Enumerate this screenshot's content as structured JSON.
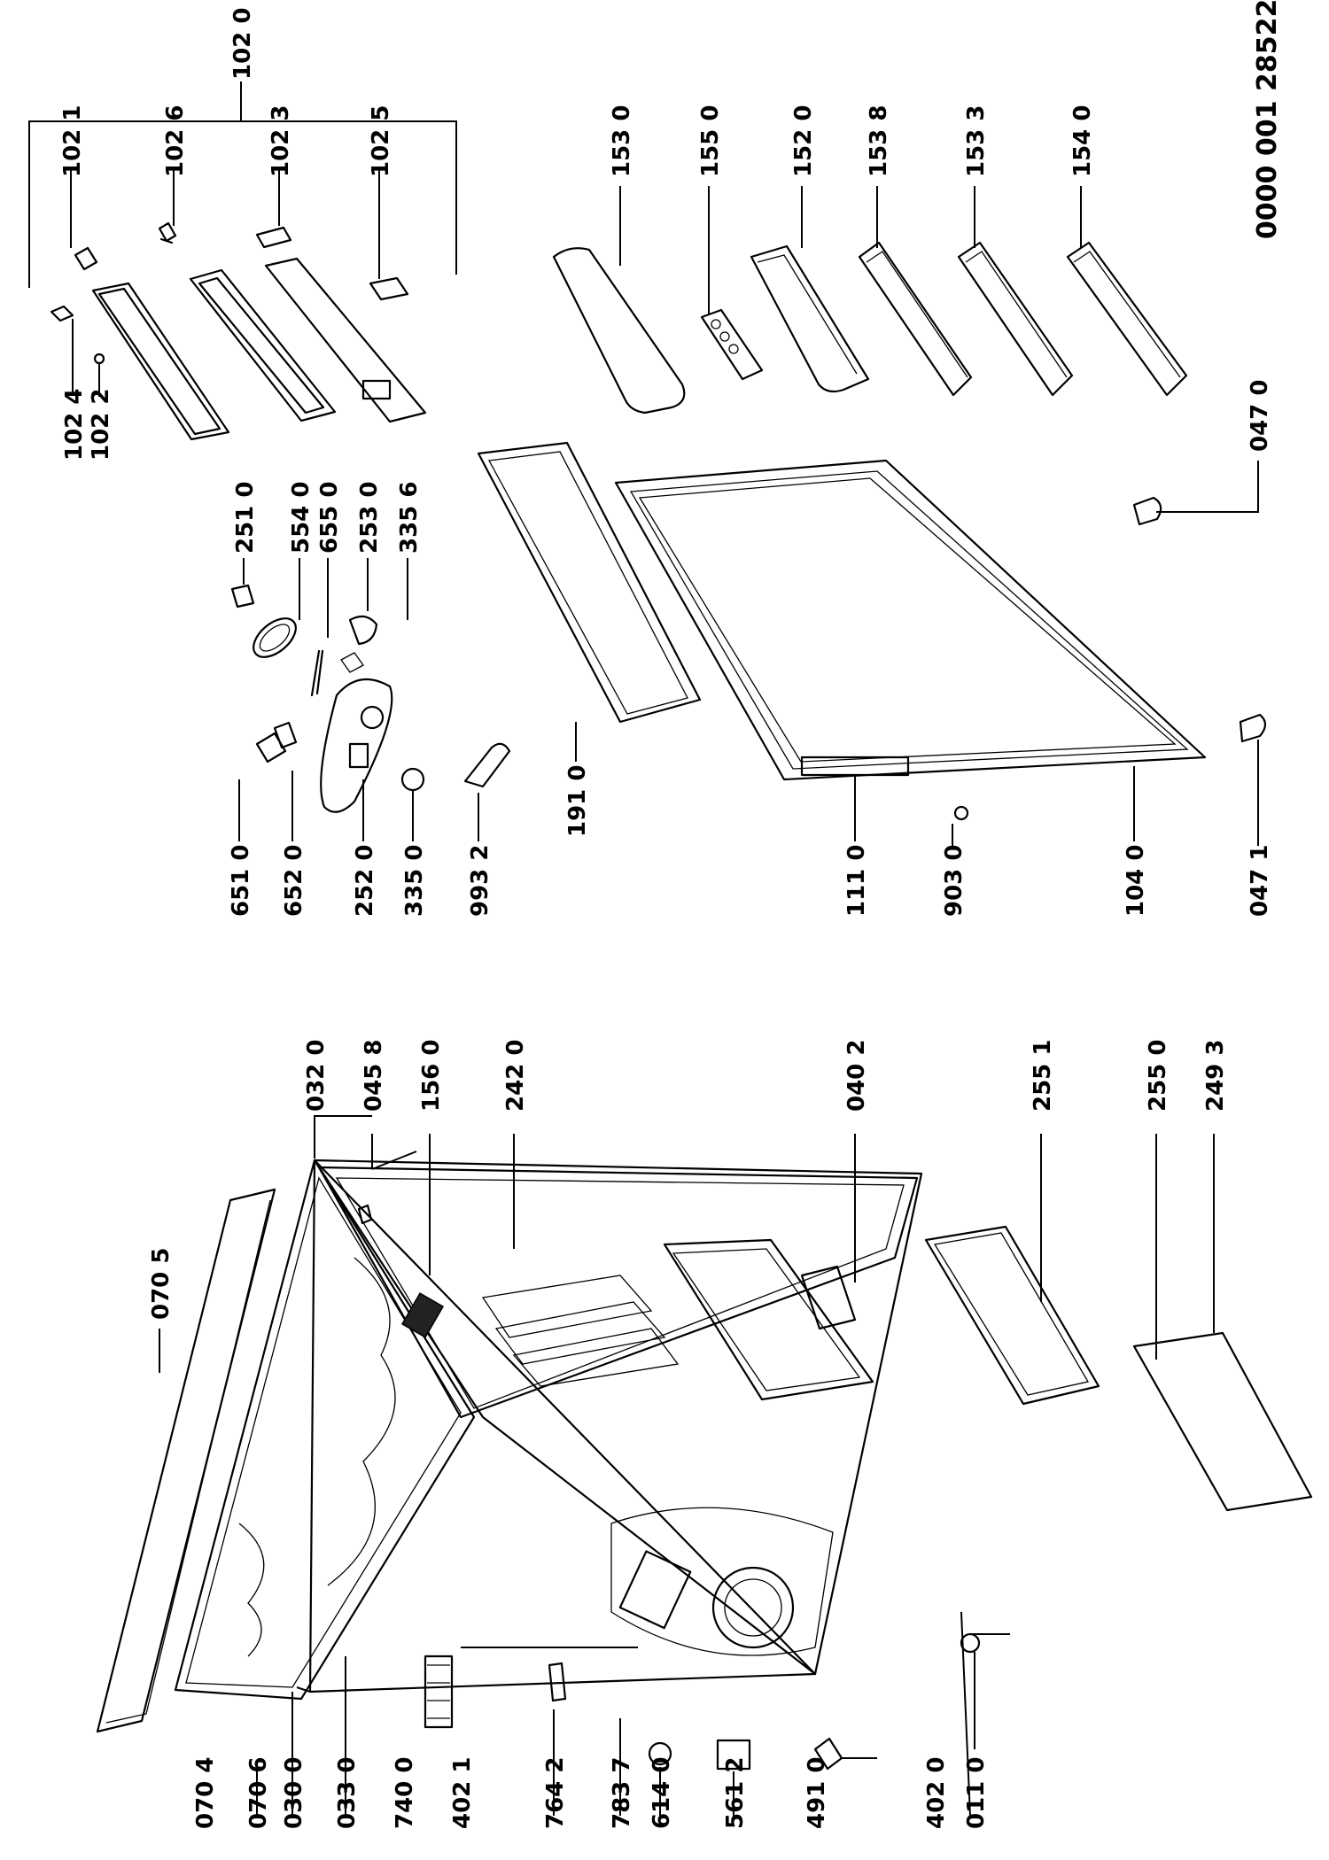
{
  "document_number": "0000 001 28522",
  "labels": {
    "l1020": "102 0",
    "l1021": "102 1",
    "l1026": "102 6",
    "l1023": "102 3",
    "l1025": "102 5",
    "l1024": "102 4",
    "l1022": "102 2",
    "l1530": "153 0",
    "l1550": "155 0",
    "l1520": "152 0",
    "l1538": "153 8",
    "l1533": "153 3",
    "l1540": "154 0",
    "l2510": "251 0",
    "l5540": "554 0",
    "l6550": "655 0",
    "l2530": "253 0",
    "l3356": "335 6",
    "l6510": "651 0",
    "l6520": "652 0",
    "l2520": "252 0",
    "l3350": "335 0",
    "l9932": "993 2",
    "l1910": "191 0",
    "l1110": "111 0",
    "l9030": "903 0",
    "l1040": "104 0",
    "l0471": "047 1",
    "l0470": "047 0",
    "l0320": "032 0",
    "l0458": "045 8",
    "l1560": "156 0",
    "l2420": "242 0",
    "l0402": "040 2",
    "l2551": "255 1",
    "l2550": "255 0",
    "l2493": "249 3",
    "l0705": "070 5",
    "l0704": "070 4",
    "l0706": "070 6",
    "l0300": "030 0",
    "l0330": "033 0",
    "l7400": "740 0",
    "l4021": "402 1",
    "l7642": "764 2",
    "l7837": "783 7",
    "l6140": "614 0",
    "l5612": "561 2",
    "l4910": "491 0",
    "l4020": "402 0",
    "l0110": "011 0"
  }
}
